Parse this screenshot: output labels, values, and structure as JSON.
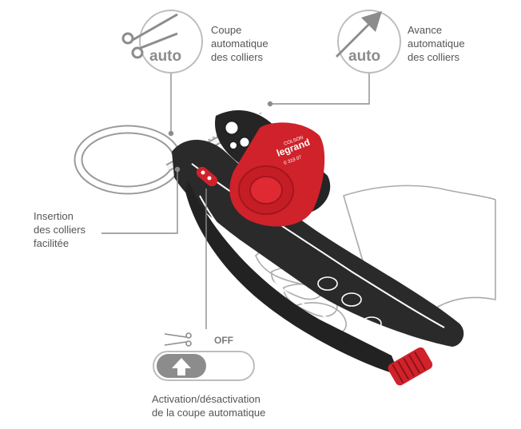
{
  "callouts": {
    "cut": {
      "lines": [
        "Coupe",
        "automatique",
        "des colliers"
      ],
      "badge": "auto"
    },
    "advance": {
      "lines": [
        "Avance",
        "automatique",
        "des colliers"
      ],
      "badge": "auto"
    },
    "insertion": {
      "lines": [
        "Insertion",
        "des colliers",
        "facilitée"
      ]
    },
    "toggle": {
      "lines": [
        "Activation/désactivation",
        "de la coupe automatique"
      ],
      "state_label": "OFF"
    }
  },
  "brand": {
    "name": "legrand",
    "sub": "COLSON",
    "ref": "0 319 07"
  },
  "colors": {
    "accent": "#d0222a",
    "tool": "#2a2a2a",
    "lines": "#8c8c8c"
  },
  "icons": [
    "scissors-icon",
    "arrow-up-right-icon",
    "scissors-small-icon",
    "arrow-up-icon"
  ]
}
